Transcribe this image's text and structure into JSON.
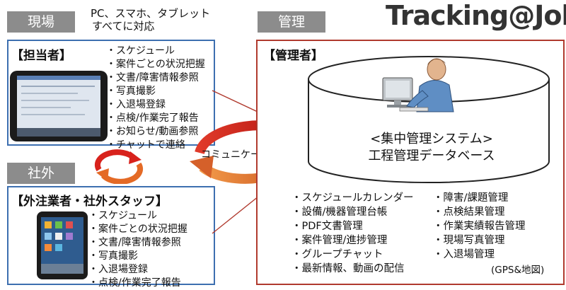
{
  "brand": {
    "name": "Tracking@Job"
  },
  "field": {
    "tag": "現場",
    "devices_note_line1": "PC、スマホ、タブレット",
    "devices_note_line2": "すべてに対応",
    "panel_title": "【担当者】",
    "items": [
      "スケジュール",
      "案件ごとの状況把握",
      "文書/障害情報参照",
      "写真撮影",
      "入退場登録",
      "点検/作業完了報告",
      "お知らせ/動画参照",
      "チャットで連絡"
    ]
  },
  "external": {
    "tag": "社外",
    "panel_title": "【外注業者・社外スタッフ】",
    "items": [
      "スケジュール",
      "案件ごとの状況把握",
      "文書/障害情報参照",
      "写真撮影",
      "入退場登録",
      "点検/作業完了報告"
    ]
  },
  "management": {
    "tag": "管理",
    "panel_title": "【管理者】",
    "db_line1": "<集中管理システム>",
    "db_line2": "工程管理データベース",
    "features_left": [
      "スケジュールカレンダー",
      "設備/機器管理台帳",
      "PDF文書管理",
      "案件管理/進捗管理",
      "グループチャット",
      "最新情報、動画の配信"
    ],
    "features_right": [
      "障害/課題管理",
      "点検結果管理",
      "作業実績報告管理",
      "現場写真管理",
      "入退場管理"
    ],
    "features_note": "(GPS&地図)"
  },
  "communication_label": "コミュニケーション",
  "colors": {
    "blue_border": "#3d6fb0",
    "red_border": "#b03a2e",
    "tag_bg": "#8c8c8c",
    "arrow_orange": "#e46a26",
    "arrow_red": "#d8221c"
  }
}
